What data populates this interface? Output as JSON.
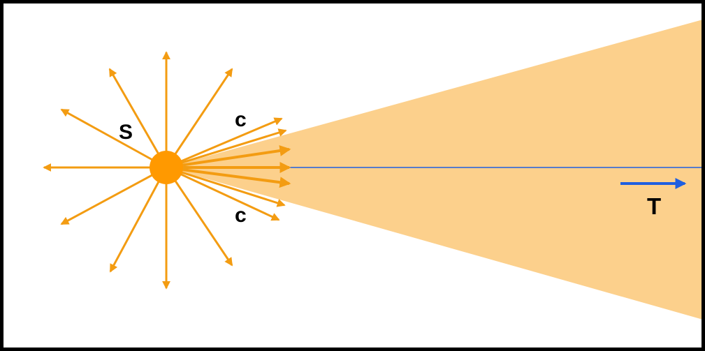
{
  "labels": {
    "source": "S",
    "ray_upper": "c",
    "ray_lower": "c",
    "direction": "T"
  },
  "colors": {
    "border": "#000000",
    "background": "#ffffff",
    "beam": "#fcd08c",
    "rays": "#f39c12",
    "source": "#ff9900",
    "axis": "#1f5fe0",
    "direction_arrow": "#1f5fe0",
    "text": "#000000"
  }
}
